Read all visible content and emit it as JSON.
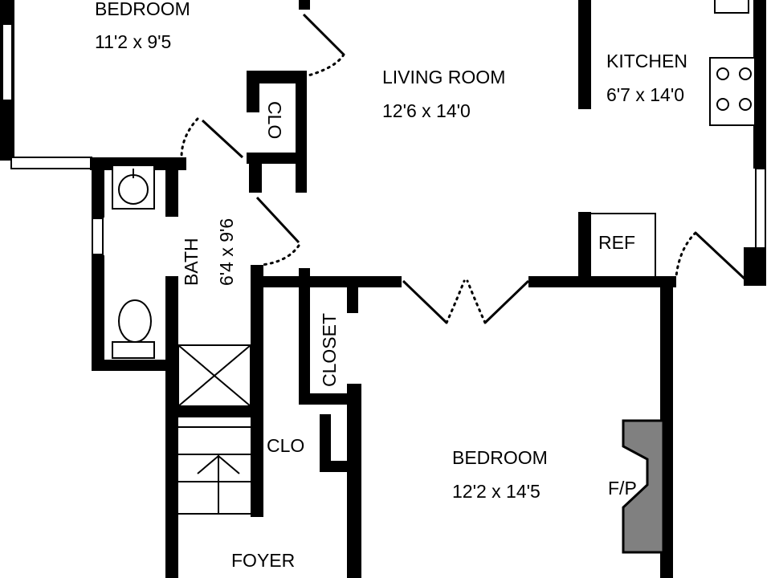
{
  "rooms": {
    "bedroom_top": {
      "name": "BEDROOM",
      "size": "11'2 x 9'5"
    },
    "living_room": {
      "name": "LIVING ROOM",
      "size": "12'6 x 14'0"
    },
    "kitchen": {
      "name": "KITCHEN",
      "size": "6'7 x 14'0"
    },
    "bath": {
      "name": "BATH",
      "size": "6'4 x 9'6"
    },
    "bedroom_main": {
      "name": "BEDROOM",
      "size": "12'2 x 14'5"
    },
    "foyer": {
      "name": "FOYER"
    }
  },
  "labels": {
    "clo_upper": "CLO",
    "clo_lower": "CLO",
    "closet": "CLOSET",
    "ref": "REF",
    "fireplace": "F/P"
  },
  "colors": {
    "wall": "#000000",
    "fireplace_fill": "#808080",
    "background": "#ffffff"
  }
}
